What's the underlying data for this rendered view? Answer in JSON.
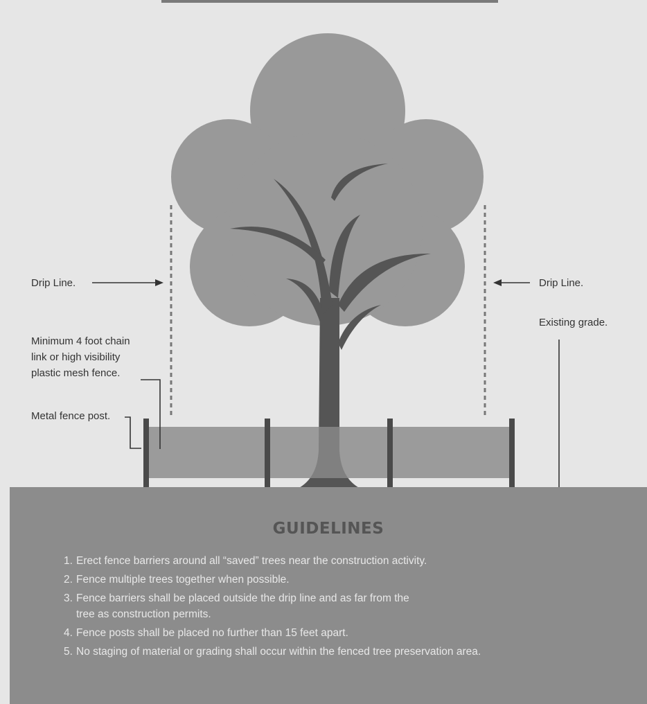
{
  "labels": {
    "drip_left": "Drip Line.",
    "drip_right": "Drip Line.",
    "existing_grade": "Existing grade.",
    "fence_note": [
      "Minimum 4 foot chain",
      "link or high visibility",
      "plastic mesh fence."
    ],
    "metal_post": "Metal fence post."
  },
  "guidelines": {
    "title": "GUIDELINES",
    "items": [
      {
        "num": "1.",
        "lines": [
          "Erect fence barriers around all “saved” trees near the construction activity."
        ]
      },
      {
        "num": "2.",
        "lines": [
          "Fence multiple trees together when possible."
        ]
      },
      {
        "num": "3.",
        "lines": [
          "Fence barriers shall be placed outside the drip line and as far from the",
          "tree as construction permits."
        ]
      },
      {
        "num": "4.",
        "lines": [
          "Fence posts shall be placed no further than 15 feet apart."
        ]
      },
      {
        "num": "5.",
        "lines": [
          "No staging of material or grading shall occur within the fenced tree preservation area."
        ]
      }
    ]
  },
  "colors": {
    "background": "#e6e6e6",
    "canopy": "#999999",
    "trunk": "#555555",
    "fence_mesh": "#8a8a8a",
    "ground": "#8c8c8c",
    "guide_text": "#e8e8e8",
    "title_text": "#555555"
  }
}
